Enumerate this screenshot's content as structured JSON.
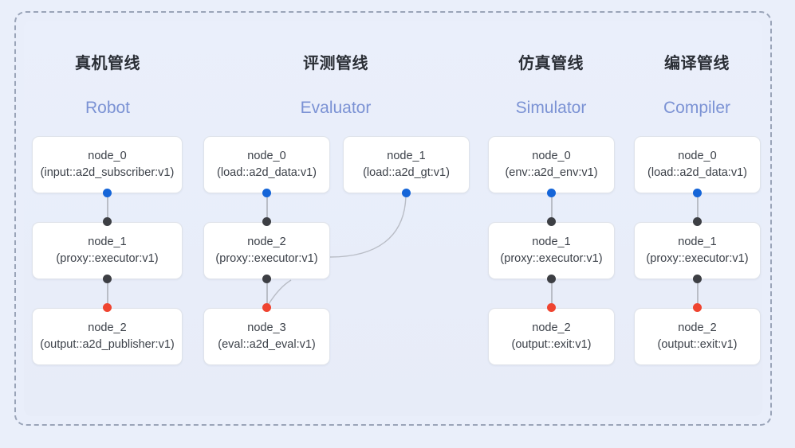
{
  "diagram": {
    "background_color": "#eaeffa",
    "frame_border_color": "#9aa4b8",
    "port_colors": {
      "input": "#1565d8",
      "intermediate": "#3d3f44",
      "output": "#ef4430"
    },
    "edge_color": "#b9bdc6",
    "title_cn_color": "#2b2f36",
    "title_en_color": "#7b92d4"
  },
  "columns": [
    {
      "title_cn": "真机管线",
      "title_en": "Robot",
      "nodes": [
        {
          "name": "node_0",
          "type": "(input::a2d_subscriber:v1)"
        },
        {
          "name": "node_1",
          "type": "(proxy::executor:v1)"
        },
        {
          "name": "node_2",
          "type": "(output::a2d_publisher:v1)"
        }
      ]
    },
    {
      "title_cn": "评测管线",
      "title_en": "Evaluator",
      "nodes": [
        {
          "name": "node_0",
          "type": "(load::a2d_data:v1)"
        },
        {
          "name": "node_2",
          "type": "(proxy::executor:v1)"
        },
        {
          "name": "node_3",
          "type": "(eval::a2d_eval:v1)"
        }
      ],
      "side_nodes": [
        {
          "name": "node_1",
          "type": "(load::a2d_gt:v1)"
        }
      ]
    },
    {
      "title_cn": "仿真管线",
      "title_en": "Simulator",
      "nodes": [
        {
          "name": "node_0",
          "type": "(env::a2d_env:v1)"
        },
        {
          "name": "node_1",
          "type": "(proxy::executor:v1)"
        },
        {
          "name": "node_2",
          "type": "(output::exit:v1)"
        }
      ]
    },
    {
      "title_cn": "编译管线",
      "title_en": "Compiler",
      "nodes": [
        {
          "name": "node_0",
          "type": "(load::a2d_data:v1)"
        },
        {
          "name": "node_1",
          "type": "(proxy::executor:v1)"
        },
        {
          "name": "node_2",
          "type": "(output::exit:v1)"
        }
      ]
    }
  ]
}
